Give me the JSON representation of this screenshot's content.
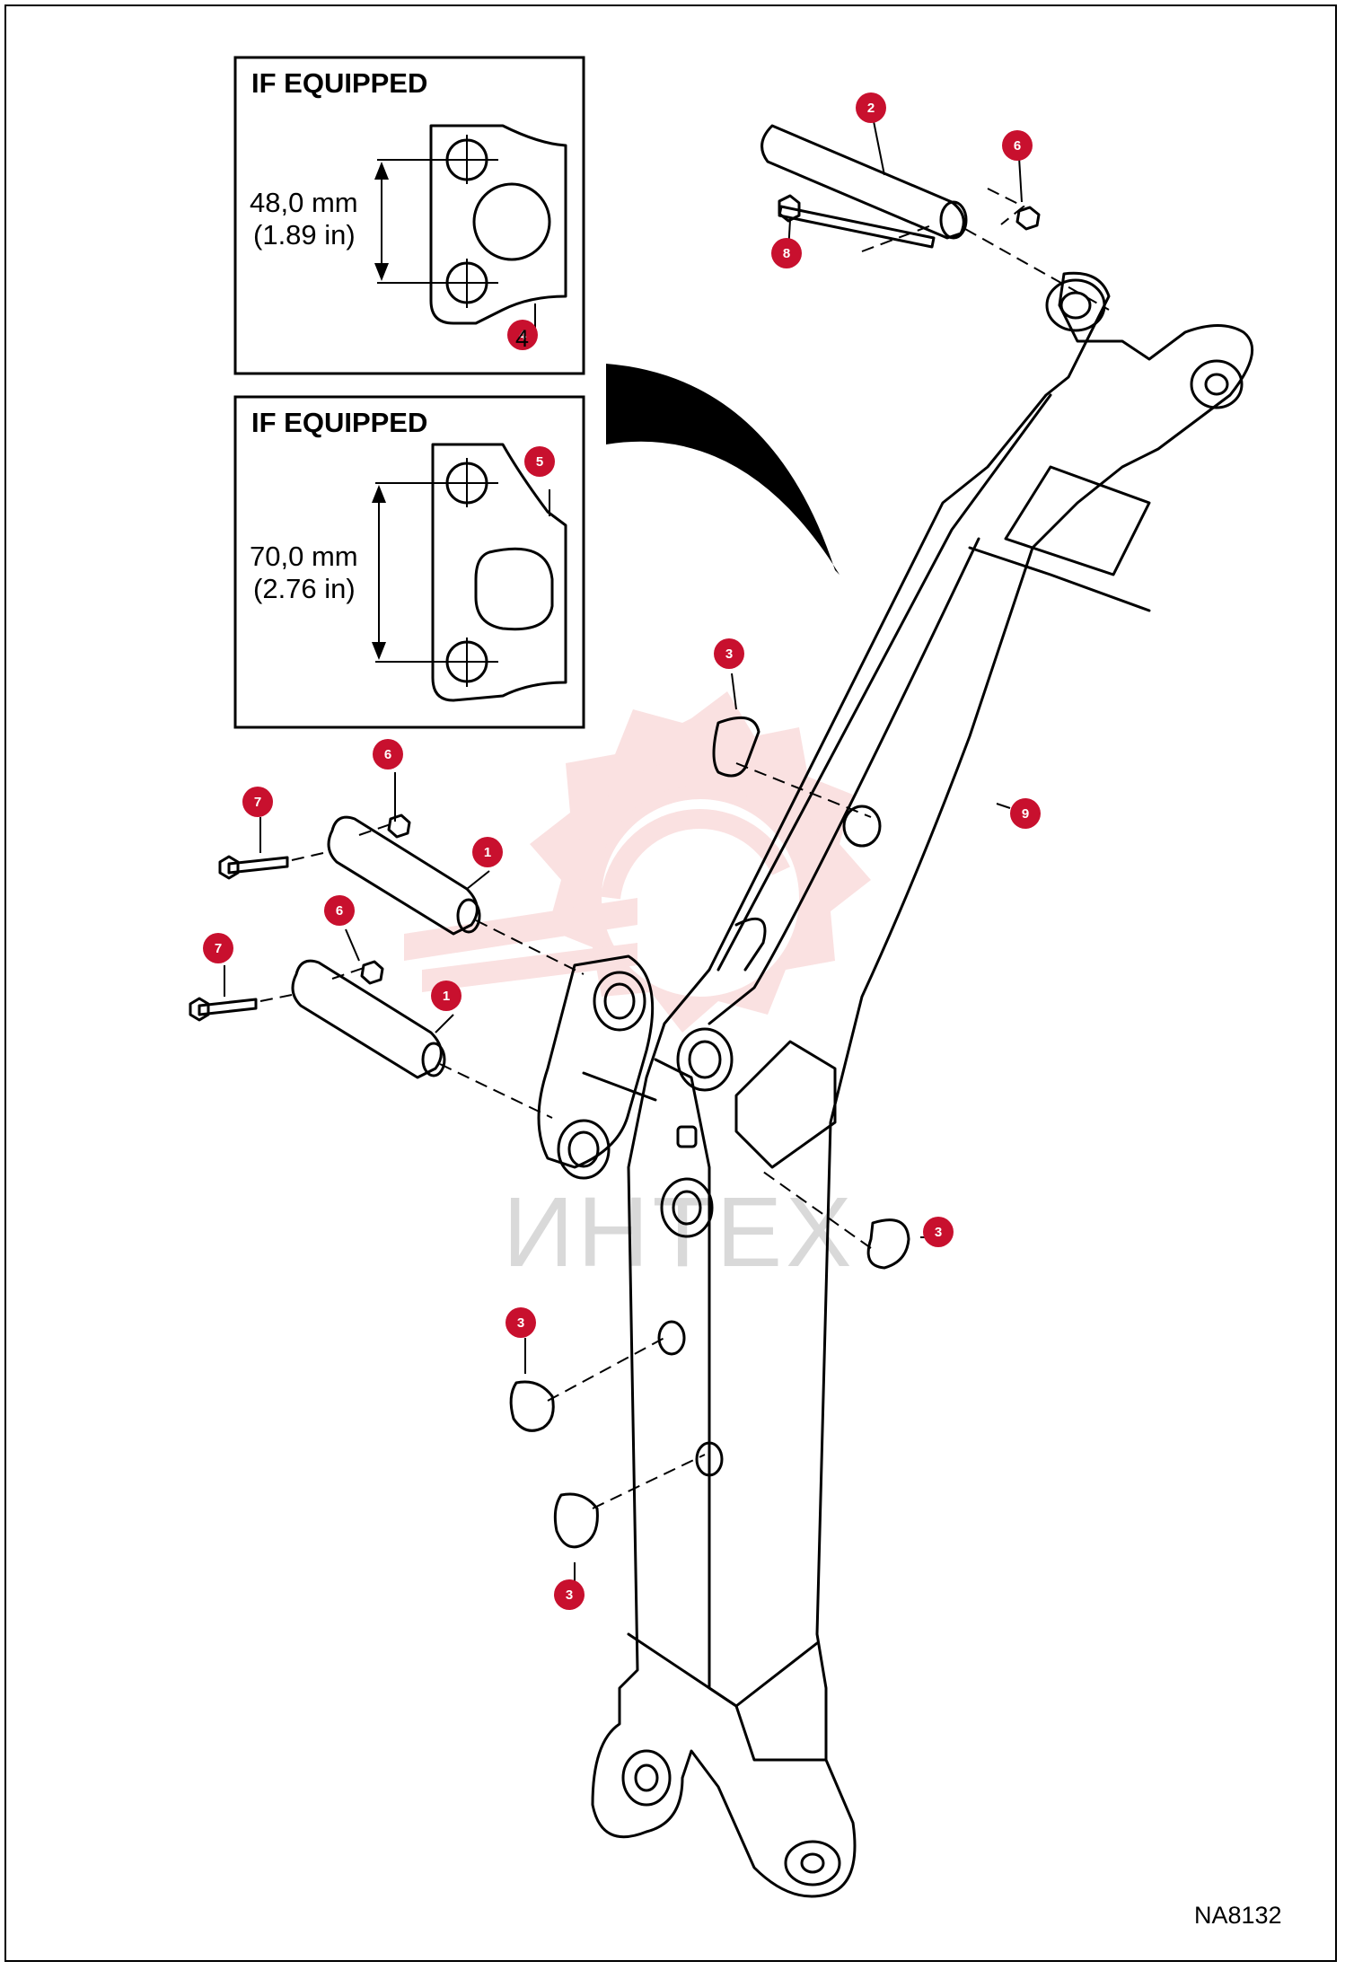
{
  "insets": [
    {
      "title": "IF EQUIPPED",
      "dimension_metric": "48,0 mm",
      "dimension_imperial": "(1.89 in)",
      "callout": "4"
    },
    {
      "title": "IF EQUIPPED",
      "dimension_metric": "70,0 mm",
      "dimension_imperial": "(2.76 in)",
      "callout": "5"
    }
  ],
  "callouts": [
    "2",
    "6",
    "8",
    "3",
    "9",
    "6",
    "7",
    "1",
    "6",
    "7",
    "1",
    "3",
    "3",
    "3"
  ],
  "watermark": "ИНТЕХ",
  "drawing_code": "NA8132",
  "colors": {
    "callout_red": "#c8102e",
    "watermark_red": "#f6c9c9",
    "line": "#000000"
  }
}
